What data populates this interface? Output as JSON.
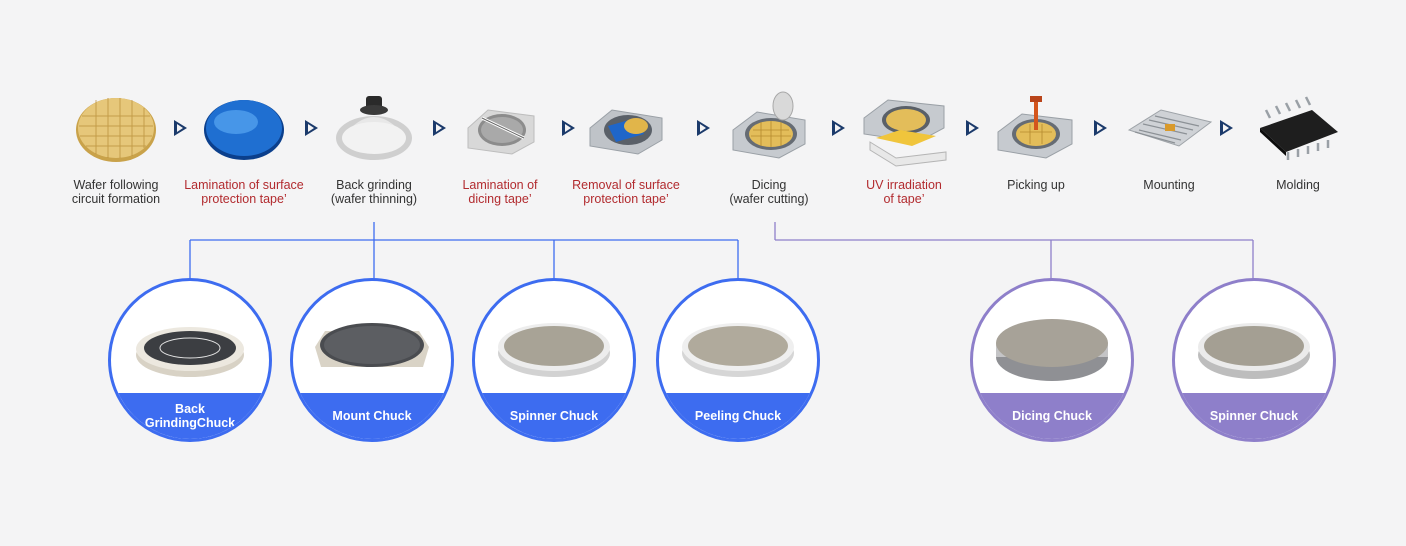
{
  "steps": [
    {
      "label": "Wafer following\ncircuit formation",
      "highlight": false,
      "icon": "wafer-circuit-icon"
    },
    {
      "label": "Lamination of surface\nprotection tape’",
      "highlight": true,
      "icon": "blue-wafer-icon"
    },
    {
      "label": "Back grinding\n(wafer thinning)",
      "highlight": false,
      "icon": "grinding-icon"
    },
    {
      "label": "Lamination of\ndicing tape’",
      "highlight": true,
      "icon": "dicing-tape-icon"
    },
    {
      "label": "Removal of surface\nprotection tape’",
      "highlight": true,
      "icon": "tape-removal-icon"
    },
    {
      "label": "Dicing\n(wafer cutting)",
      "highlight": false,
      "icon": "dicing-icon"
    },
    {
      "label": "UV irradiation\nof tape’",
      "highlight": true,
      "icon": "uv-irradiation-icon"
    },
    {
      "label": "Picking up",
      "highlight": false,
      "icon": "picking-up-icon"
    },
    {
      "label": "Mounting",
      "highlight": false,
      "icon": "mounting-icon"
    },
    {
      "label": "Molding",
      "highlight": false,
      "icon": "molding-chip-icon"
    }
  ],
  "chucks": [
    {
      "label": "Back\nGrindingChuck",
      "group": "blue",
      "icon": "back-grinding-chuck-icon"
    },
    {
      "label": "Mount Chuck",
      "group": "blue",
      "icon": "mount-chuck-icon"
    },
    {
      "label": "Spinner Chuck",
      "group": "blue",
      "icon": "spinner-chuck-icon"
    },
    {
      "label": "Peeling Chuck",
      "group": "blue",
      "icon": "peeling-chuck-icon"
    },
    {
      "label": "Dicing Chuck",
      "group": "purple",
      "icon": "dicing-chuck-icon"
    },
    {
      "label": "Spinner Chuck",
      "group": "purple",
      "icon": "spinner-chuck-icon"
    }
  ],
  "colors": {
    "blue": "#3d6cf0",
    "purple": "#8e7fca",
    "highlight_text": "#b22b2f",
    "arrow": "#1b3a6b"
  }
}
